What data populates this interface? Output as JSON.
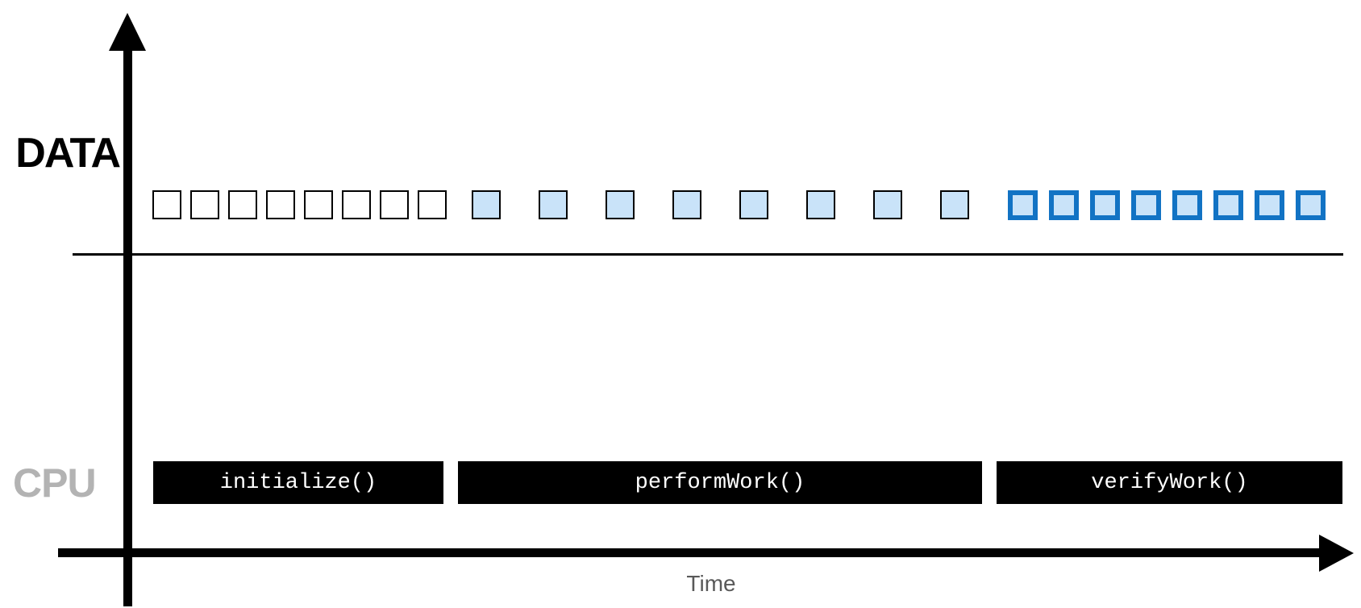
{
  "rows": {
    "data": {
      "label": "DATA"
    },
    "cpu": {
      "label": "CPU"
    }
  },
  "x_axis": {
    "label": "Time"
  },
  "data_track": {
    "groups": [
      {
        "name": "initialized-empty",
        "count": 8,
        "fill": "#ffffff",
        "border": "#000000",
        "border_width": 2
      },
      {
        "name": "processed-filled",
        "count": 8,
        "fill": "#c9e3f9",
        "border": "#000000",
        "border_width": 2
      },
      {
        "name": "verified-highlight",
        "count": 8,
        "fill": "#c9e3f9",
        "border": "#1273c4",
        "border_width": 6
      }
    ]
  },
  "cpu_track": {
    "bars": [
      {
        "label": "initialize()"
      },
      {
        "label": "performWork()"
      },
      {
        "label": "verifyWork()"
      }
    ]
  },
  "colors": {
    "axis": "#000000",
    "bar_background": "#000000",
    "bar_text": "#ffffff",
    "data_label": "#000000",
    "cpu_label": "#b3b3b3",
    "time_label": "#595959",
    "square_fill_blue": "#c9e3f9",
    "square_border_blue": "#1273c4"
  }
}
